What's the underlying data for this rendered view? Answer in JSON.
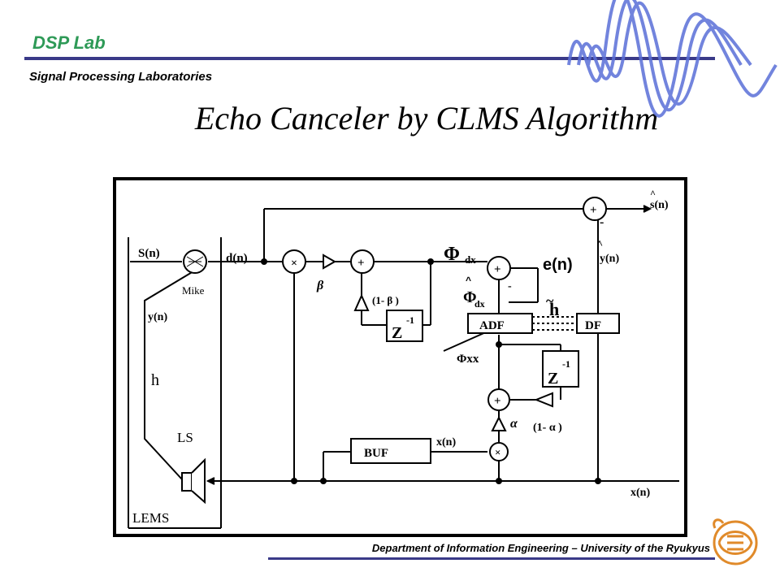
{
  "header": {
    "lab_name": "DSP Lab",
    "subtitle": "Signal Processing Laboratories",
    "logo_icon": "wave-logo-icon"
  },
  "title": "Echo Canceler by CLMS Algorithm",
  "diagram": {
    "labels": {
      "s_in": "S(n)",
      "mike": "Mike",
      "y_room": "y(n)",
      "h": "h",
      "ls": "LS",
      "lems": "LEMS",
      "d_n": "d(n)",
      "beta": "β",
      "one_minus_beta": "(1- β )",
      "z_inv": "Z",
      "z_inv_exp": "-1",
      "phi_dx": "Φ",
      "phi_dx_sub": "dx",
      "phi_dx_hat": "Φ",
      "phi_dx_hat_sub": "dx",
      "phi_xx": "Φxx",
      "e_n": "e(n)",
      "h_tilde": "h",
      "adf": "ADF",
      "df": "DF",
      "y_hat": "y(n)",
      "s_hat": "s(n)",
      "minus": "-",
      "alpha": "α",
      "one_minus_alpha": "(1- α )",
      "buf": "BUF",
      "x_n_buf": "x(n)",
      "x_n_out": "x(n)",
      "plus": "+",
      "times": "×",
      "hat": "^",
      "tilde": "~"
    }
  },
  "footer": {
    "text": "Department of Information Engineering – University of the Ryukyus",
    "seal_icon": "university-seal-icon"
  }
}
